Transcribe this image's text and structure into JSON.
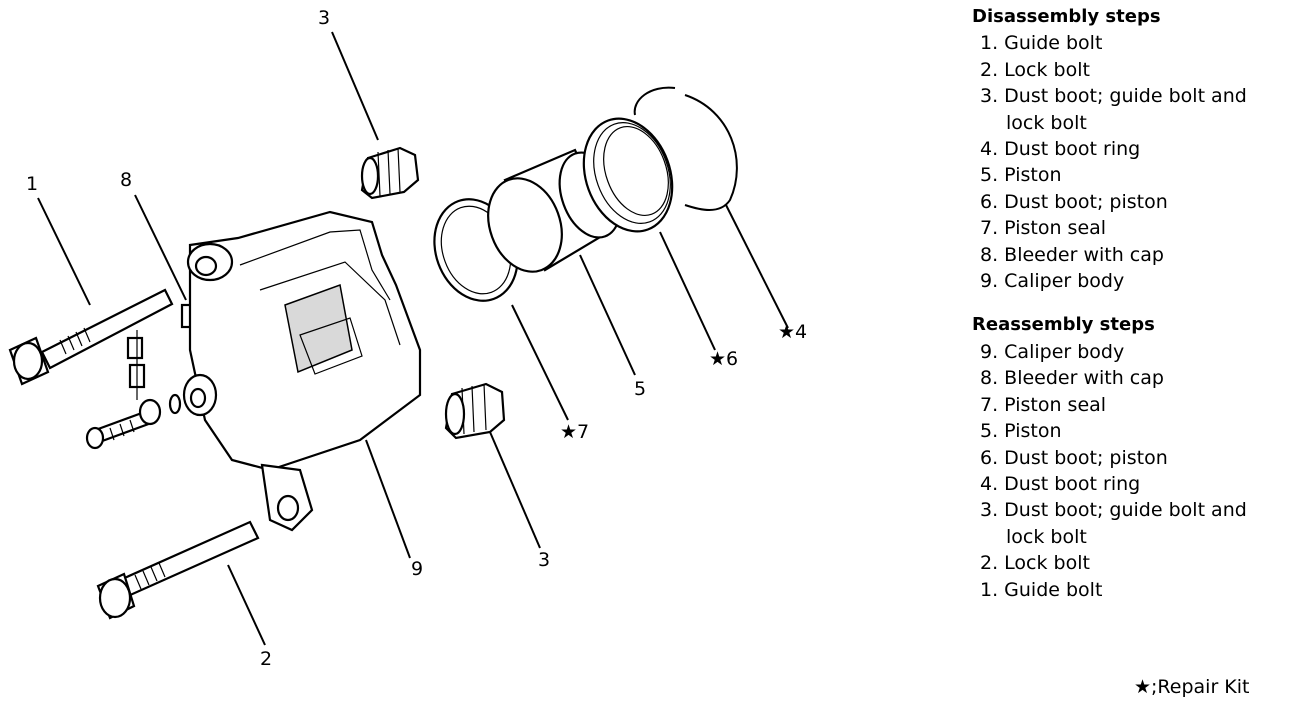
{
  "callouts": {
    "c1": "1",
    "c2": "2",
    "c3_top": "3",
    "c3_bottom": "3",
    "c4": "★4",
    "c5": "5",
    "c6": "★6",
    "c7": "★7",
    "c8": "8",
    "c9": "9"
  },
  "disassembly": {
    "heading": "Disassembly steps",
    "items": [
      "1. Guide bolt",
      "2. Lock bolt",
      "3. Dust boot; guide bolt and",
      "lock bolt",
      "4. Dust boot ring",
      "5. Piston",
      "6. Dust boot; piston",
      "7. Piston seal",
      "8. Bleeder with cap",
      "9. Caliper body"
    ]
  },
  "reassembly": {
    "heading": "Reassembly steps",
    "items": [
      "9. Caliper body",
      "8. Bleeder with cap",
      "7. Piston seal",
      "5. Piston",
      "6. Dust boot; piston",
      "4. Dust boot ring",
      "3. Dust boot; guide bolt and",
      "lock bolt",
      "2. Lock bolt",
      "1. Guide bolt"
    ]
  },
  "legend": "★;Repair Kit"
}
